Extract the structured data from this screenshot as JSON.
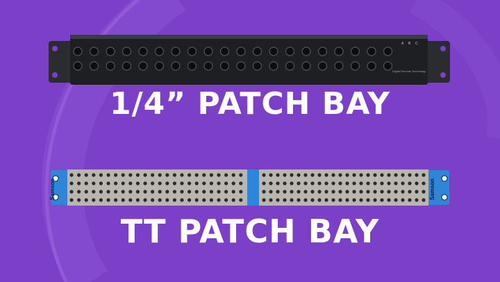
{
  "titles": {
    "quarter_inch": "1/4” PATCH BAY",
    "tt": "TT PATCH BAY"
  },
  "quarter_inch_patchbay": {
    "brand_text": "Digital Records Technology",
    "channel_labels": [
      "A",
      "B",
      "C"
    ],
    "rows": 2
  },
  "tt_patchbay": {
    "brand_text": "Samson",
    "rows": 4
  },
  "colors": {
    "background": "#7b3fc8",
    "background_arc": "#8e55d6",
    "rack_black": "#1e1f22",
    "tt_panel": "#b9b6b0",
    "tt_ear_blue": "#2f86d6",
    "title_text": "#ffffff"
  }
}
